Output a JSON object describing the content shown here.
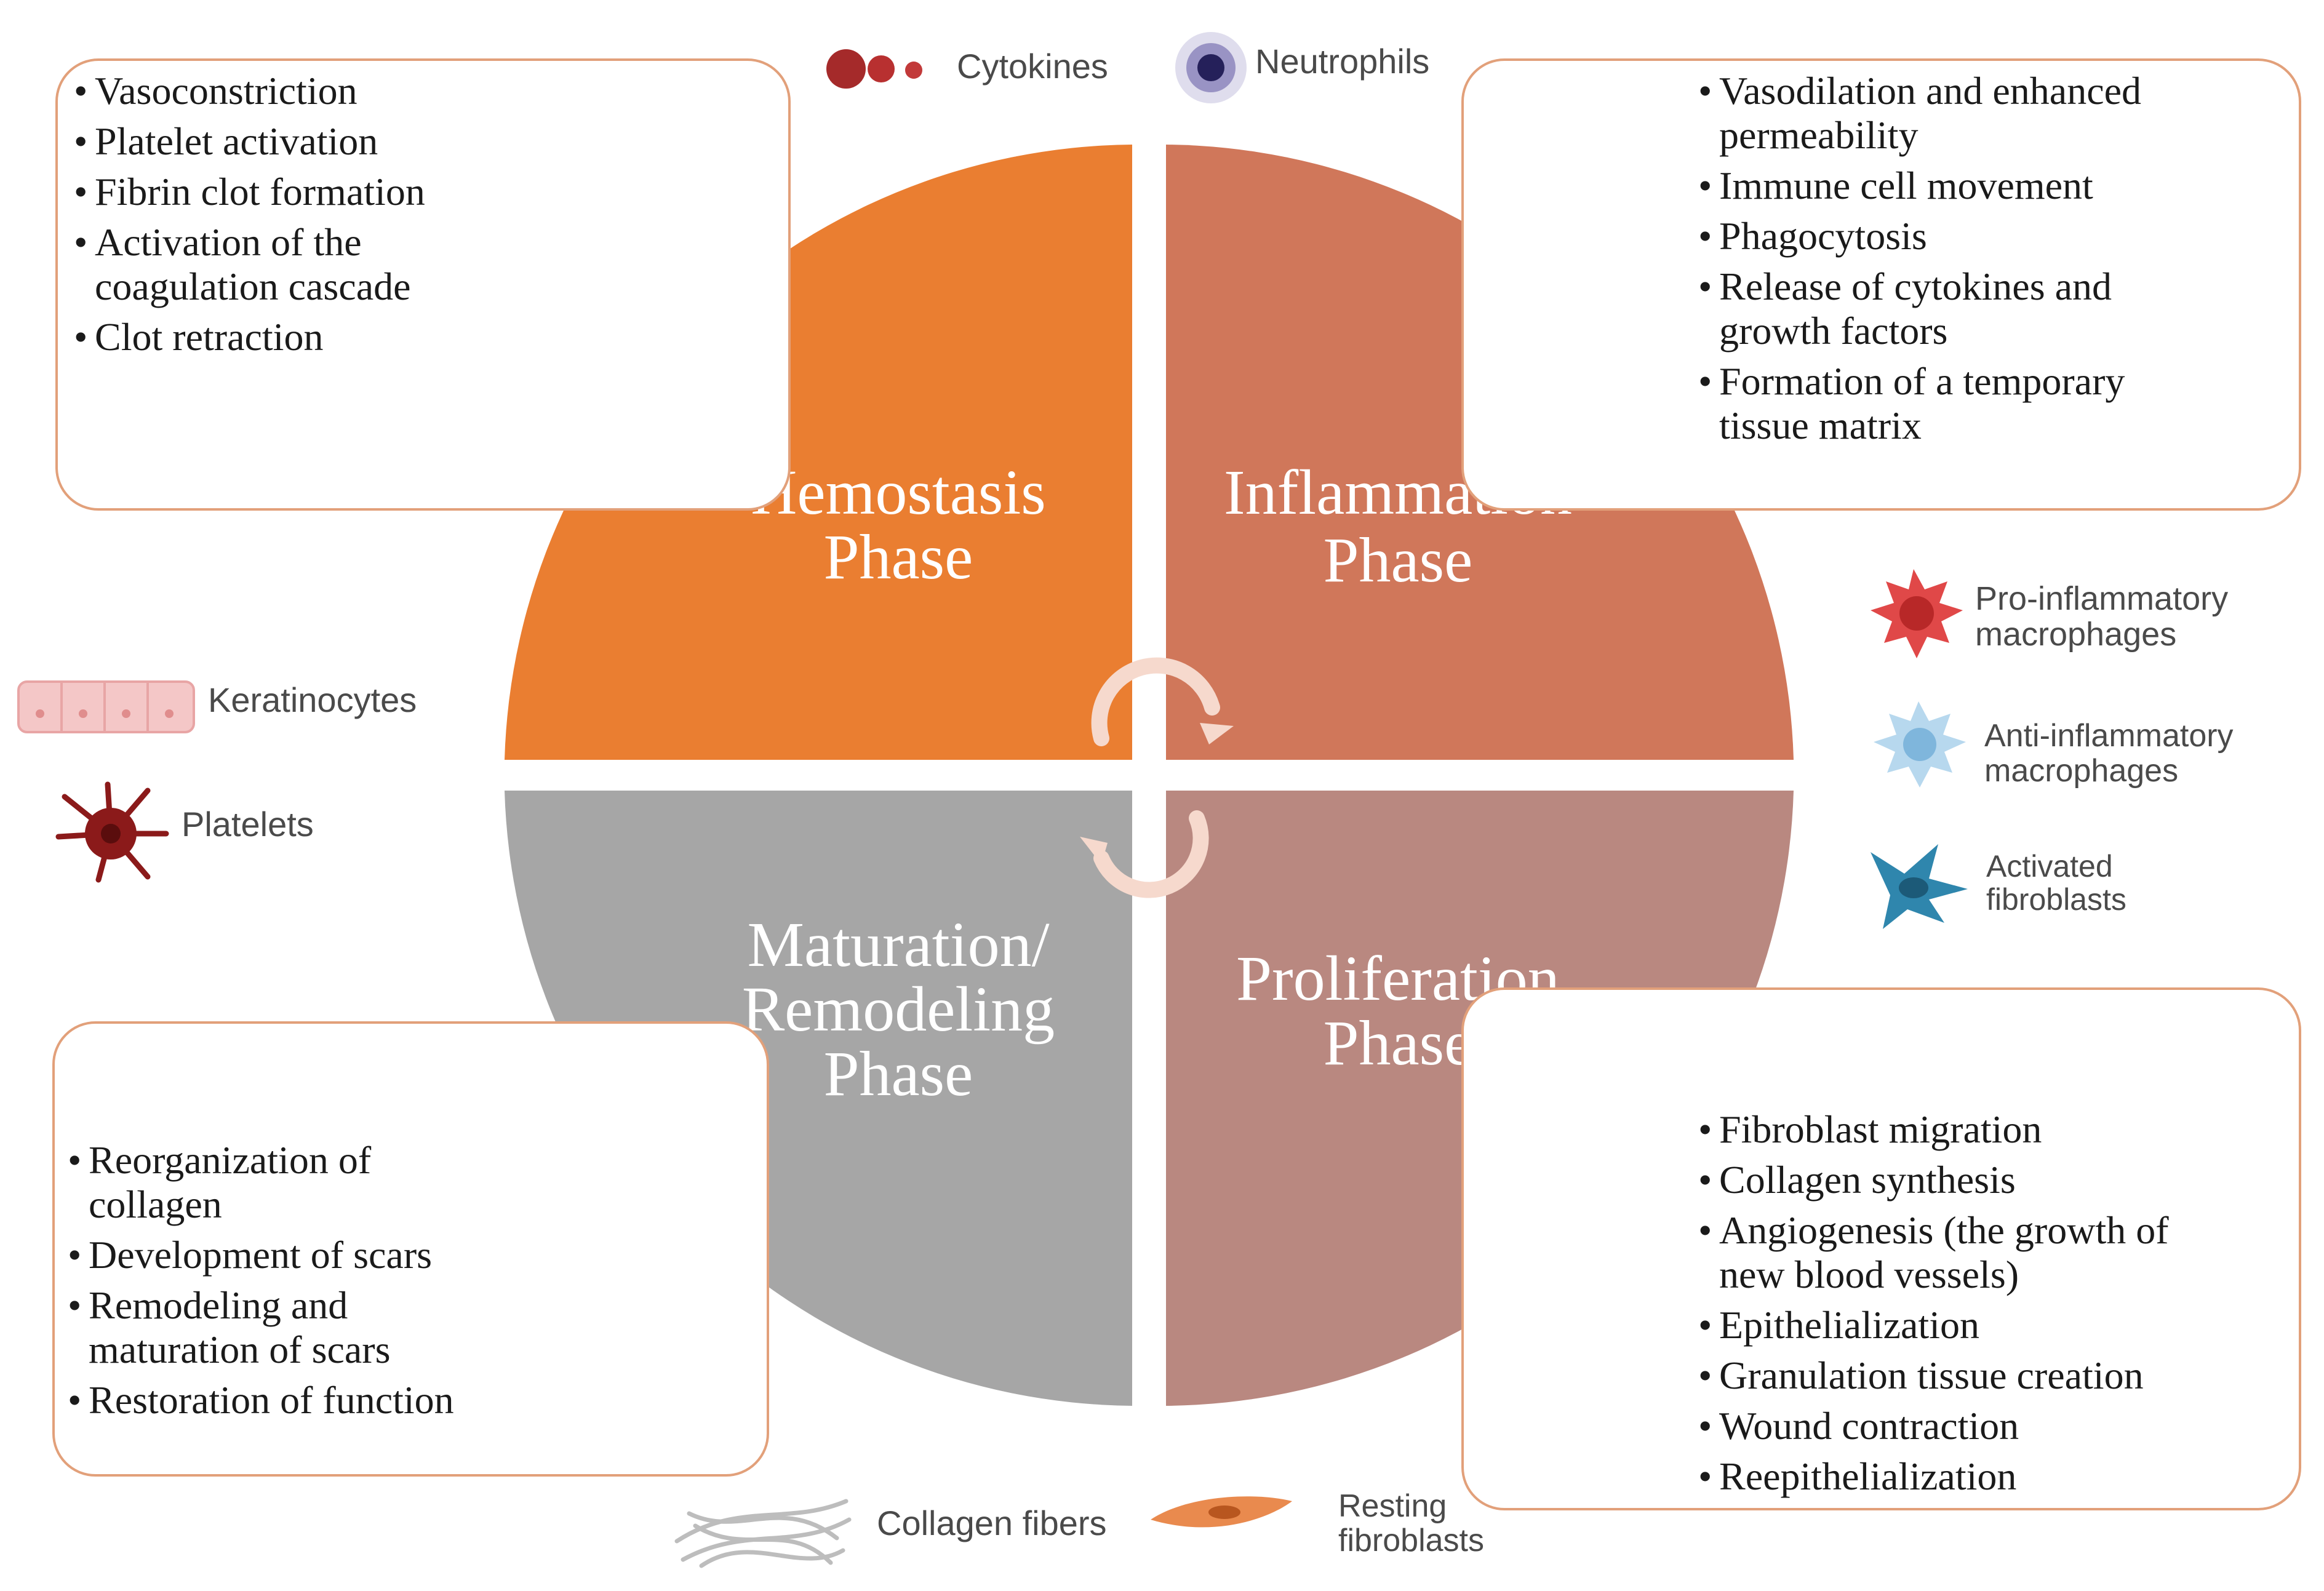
{
  "phases": {
    "hemostasis": {
      "line1": "Hemostasis",
      "line2": "Phase",
      "color": "#ea7e31"
    },
    "inflammation": {
      "line1": "Inflammation",
      "line2": "Phase",
      "color": "#d0775a"
    },
    "maturation": {
      "line1": "Maturation/",
      "line2": "Remodeling",
      "line3": "Phase",
      "color": "#a6a6a6"
    },
    "proliferation": {
      "line1": "Proliferation",
      "line2": "Phase",
      "color": "#b98880"
    }
  },
  "boxes": {
    "hemostasis": [
      "Vasoconstriction",
      "Platelet activation",
      "Fibrin clot formation",
      "Activation of the",
      "coagulation cascade",
      "Clot retraction"
    ],
    "inflammation": [
      "Vasodilation and enhanced",
      "permeability",
      "Immune cell movement",
      "Phagocytosis",
      "Release of cytokines and",
      "growth factors",
      "Formation of a temporary",
      "tissue matrix"
    ],
    "maturation": [
      "Reorganization of",
      "collagen",
      "Development of scars",
      "Remodeling and",
      "maturation of scars",
      "Restoration of function"
    ],
    "proliferation": [
      "Fibroblast migration",
      "Collagen synthesis",
      "Angiogenesis (the growth of",
      "new blood vessels)",
      "Epithelialization",
      "Granulation tissue creation",
      "Wound contraction",
      "Reepithelialization"
    ]
  },
  "legend": {
    "cytokines": "Cytokines",
    "neutrophils": "Neutrophils",
    "keratinocytes": "Keratinocytes",
    "platelets": "Platelets",
    "pro_inflammatory_1": "Pro-inflammatory",
    "pro_inflammatory_2": "macrophages",
    "anti_inflammatory_1": "Anti-inflammatory",
    "anti_inflammatory_2": "macrophages",
    "activated_1": "Activated",
    "activated_2": "fibroblasts",
    "collagen_fibers": "Collagen fibers",
    "resting_1": "Resting",
    "resting_2": "fibroblasts"
  },
  "icons": {
    "cytokines": "cytokines-icon",
    "neutrophils": "neutrophil-icon",
    "keratinocytes": "keratinocytes-icon",
    "platelets": "platelet-icon",
    "pro_inflammatory": "pro-inflammatory-macrophage-icon",
    "anti_inflammatory": "anti-inflammatory-macrophage-icon",
    "activated_fibroblasts": "activated-fibroblast-icon",
    "collagen_fibers": "collagen-fibers-icon",
    "resting_fibroblasts": "resting-fibroblast-icon",
    "cycle_arrow": "cycle-arrow-icon"
  },
  "colors": {
    "box_border": "#e2a07a",
    "hemostasis": "#ea7e31",
    "inflammation": "#d0775a",
    "maturation": "#a6a6a6",
    "proliferation": "#b98880",
    "arrow": "#f6d9cd"
  }
}
